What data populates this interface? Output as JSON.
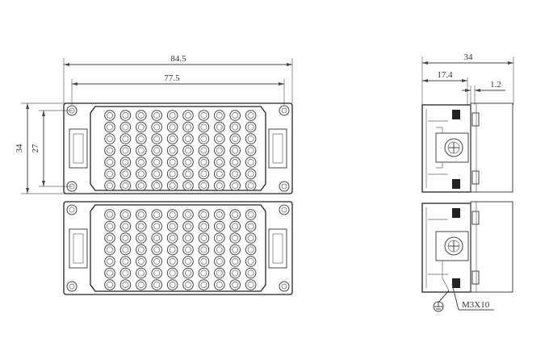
{
  "front_view": {
    "dim_overall_width": "84.5",
    "dim_mounting_width": "77.5",
    "dim_overall_height": "34",
    "dim_mounting_height": "27",
    "pin_rows": 7,
    "pin_cols": 10
  },
  "side_view": {
    "dim_total_depth": "34",
    "dim_depth": "17.4",
    "dim_offset": "1.2",
    "ground_screw_label": "M3X10"
  },
  "colors": {
    "line": "#444444",
    "background": "#ffffff"
  },
  "icons": [
    "ground-symbol-icon",
    "screw-head-icon"
  ]
}
